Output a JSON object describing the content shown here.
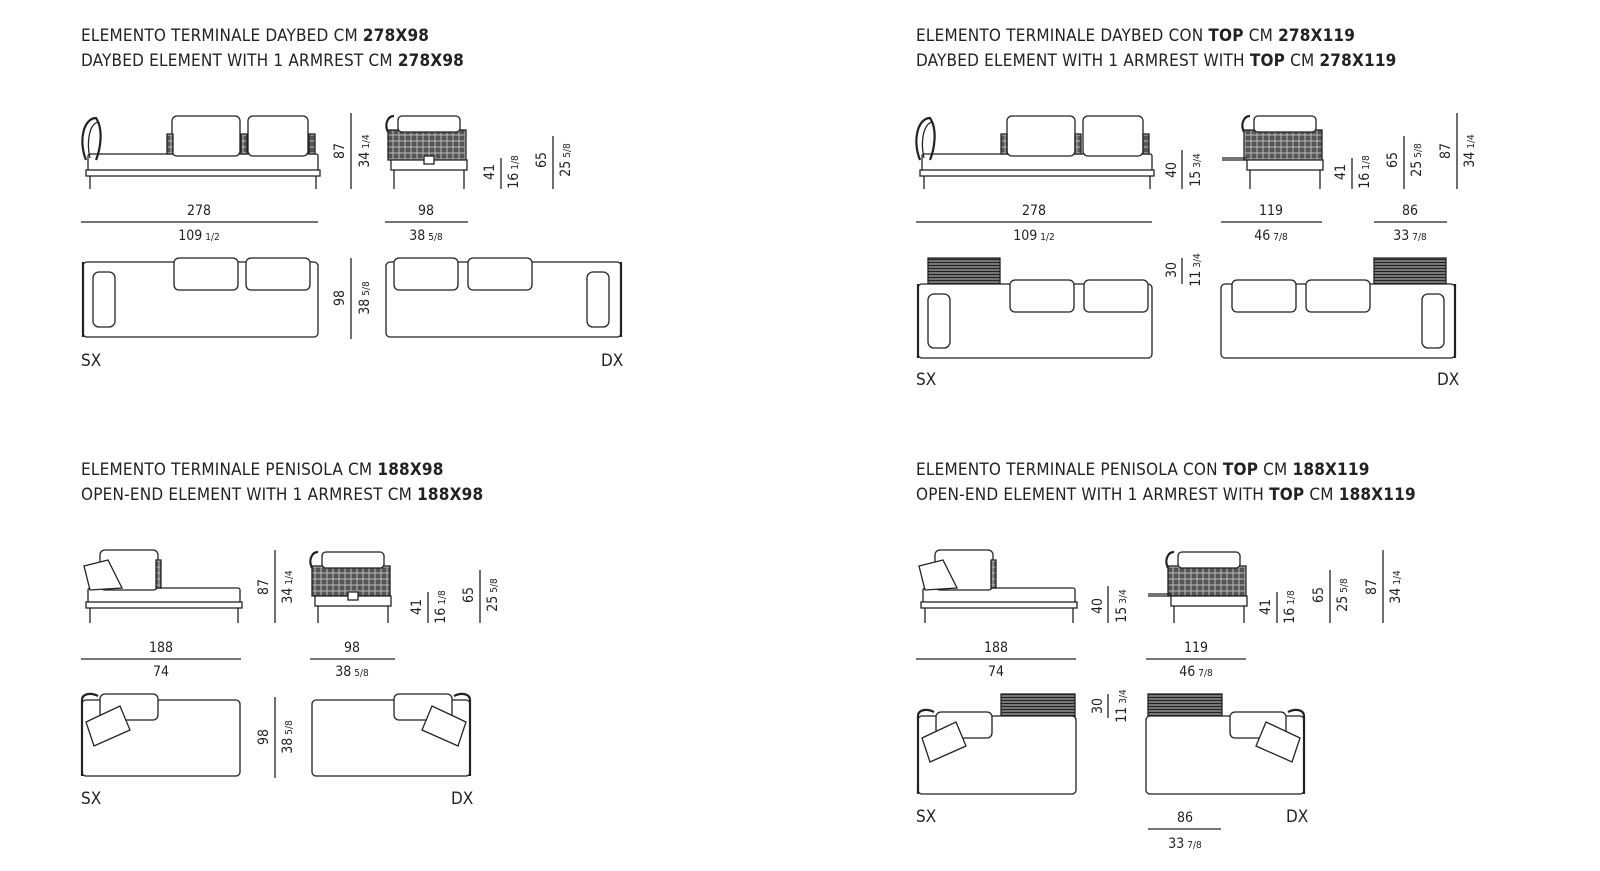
{
  "sections": [
    {
      "line1_pre": "ELEMENTO TERMINALE DAYBED CM ",
      "line1_bold": "278X98",
      "line1_bold2": "",
      "line1_mid": "",
      "line2_pre": "DAYBED ELEMENT WITH 1 ARMREST CM ",
      "line2_bold": "278X98",
      "line2_mid": "",
      "line2_bold2": ""
    },
    {
      "line1_pre": "ELEMENTO TERMINALE DAYBED CON ",
      "line1_bold": "TOP",
      "line1_mid": " CM ",
      "line1_bold2": "278X119",
      "line2_pre": "DAYBED ELEMENT WITH 1 ARMREST WITH ",
      "line2_bold": "TOP",
      "line2_mid": " CM ",
      "line2_bold2": "278X119"
    },
    {
      "line1_pre": "ELEMENTO TERMINALE PENISOLA CM ",
      "line1_bold": "188X98",
      "line1_mid": "",
      "line1_bold2": "",
      "line2_pre": "OPEN-END ELEMENT WITH 1 ARMREST CM ",
      "line2_bold": "188X98",
      "line2_mid": "",
      "line2_bold2": ""
    },
    {
      "line1_pre": "ELEMENTO TERMINALE PENISOLA CON ",
      "line1_bold": "TOP",
      "line1_mid": " CM ",
      "line1_bold2": "188X119",
      "line2_pre": "OPEN-END ELEMENT WITH 1 ARMREST WITH ",
      "line2_bold": "TOP",
      "line2_mid": " CM ",
      "line2_bold2": "188X119"
    }
  ],
  "labels": {
    "sx": "SX",
    "dx": "DX"
  },
  "dims": {
    "d278": "278",
    "d109": "109",
    "f12": "1/2",
    "d98": "98",
    "d38": "38",
    "f58": "5/8",
    "d119": "119",
    "d46": "46",
    "f78": "7/8",
    "d86": "86",
    "d33": "33",
    "d188": "188",
    "d74": "74",
    "d87": "87",
    "d34": "34",
    "f14": "1/4",
    "d41": "41",
    "d16": "16",
    "f18": "1/8",
    "d65": "65",
    "d25": "25",
    "d40": "40",
    "d15": "15",
    "f34": "3/4",
    "d30": "30",
    "d11": "11"
  }
}
